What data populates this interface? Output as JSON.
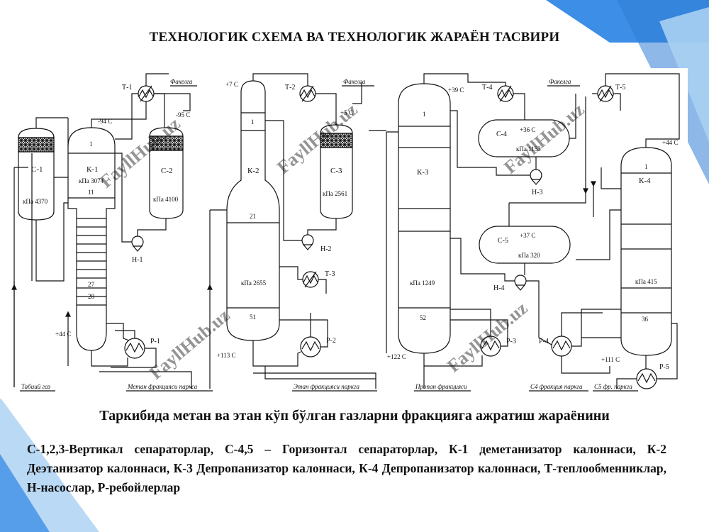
{
  "slide": {
    "title": "ТЕХНОЛОГИК СХЕМА ВА ТЕХНОЛОГИК ЖАРАЁН ТАСВИРИ",
    "caption": "Таркибида метан ва этан кўп бўлган газларни фракцияга ажратиш жараёнини",
    "description": "С-1,2,3-Вертикал сепараторлар, С-4,5 – Горизонтал сепараторлар, К-1 деметанизатор калоннаси, К-2 Деэтанизатор калоннаси, К-3 Депропанизатор калоннаси, К-4 Депропанизатор калоннаси, Т-теплообменниклар, Н-насослар, Р-ребойлерлар",
    "watermark": "FayllHub.uz",
    "colors": {
      "accent": "#3d8ee6",
      "accent_light": "#a9d0f2",
      "line": "#111111"
    }
  },
  "diagram": {
    "vessels": {
      "c1": {
        "name": "С-1",
        "pressure": "кПа 4370"
      },
      "k1": {
        "name": "К-1",
        "pressure": "кПа 3074",
        "tray_top": "1",
        "tray_mid": "11",
        "tray_a": "27",
        "tray_b": "28"
      },
      "c2": {
        "name": "С-2",
        "pressure": "кПа 4100"
      },
      "k2": {
        "name": "К-2",
        "pressure": "кПа 2655",
        "tray_top": "1",
        "tray_mid": "21",
        "tray_bot": "51"
      },
      "c3": {
        "name": "С-3",
        "pressure": "кПа 2561"
      },
      "k3": {
        "name": "К-3",
        "pressure": "кПа 1249",
        "tray_top": "1",
        "tray_bot": "52"
      },
      "c4": {
        "name": "С-4",
        "temp": "+36 С",
        "pressure": "кПа 1153"
      },
      "c5": {
        "name": "С-5",
        "temp": "+37 С",
        "pressure": "кПа 320"
      },
      "k4": {
        "name": "К-4",
        "pressure": "кПа 415",
        "tray_top": "1",
        "tray_bot": "36"
      }
    },
    "exchangers": [
      "Т-1",
      "Т-2",
      "Т-3",
      "Т-4",
      "Т-5"
    ],
    "pumps": [
      "Н-1",
      "Н-2",
      "Н-3",
      "Н-4"
    ],
    "reboilers": [
      "Р-1",
      "Р-2",
      "Р-3",
      "Р-4",
      "Р-5"
    ],
    "temps": {
      "k1_top": "-94 С",
      "c2_top": "-95 С",
      "k1_bottom": "+44 С",
      "k2_top": "+7 С",
      "c3_top": "+5 С",
      "k2_bottom": "+113 С",
      "k3_top": "+39 С",
      "k3_bottom": "+122 С",
      "k4_top": "+44 С",
      "k4_bottom": "+111 С"
    },
    "streams": {
      "feed": "Табиий газ",
      "methane": "Метан фракцияси паркса",
      "ethane": "Этан фракцияси паркга",
      "propane": "Пропан фракцияси",
      "c4": "С4 фракция паркга",
      "c5": "С5 фр. паркга",
      "flare1": "Факелга",
      "flare2": "Факелга",
      "flare3": "Факелга"
    }
  }
}
